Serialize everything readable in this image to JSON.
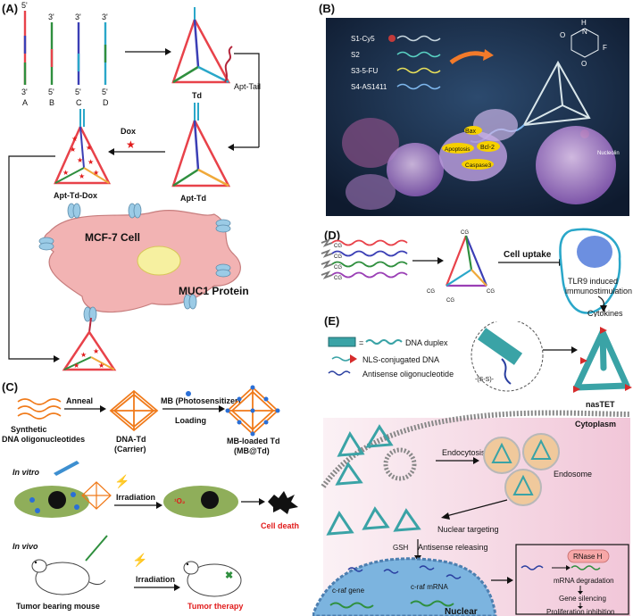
{
  "panels": {
    "a": {
      "label": "(A)",
      "strand_top": [
        "5'",
        "3'",
        "3'",
        "3'"
      ],
      "strand_bottom": [
        "3'",
        "5'",
        "5'",
        "5'"
      ],
      "strand_names": [
        "A",
        "B",
        "C",
        "D"
      ],
      "td": "Td",
      "apt_tail": "Apt-Tail",
      "apt_td": "Apt-Td",
      "dox": "Dox",
      "apt_td_dox": "Apt-Td-Dox",
      "cell": "MCF-7 Cell",
      "protein": "MUC1 Protein"
    },
    "b": {
      "label": "(B)",
      "strands": [
        "S1-Cy5",
        "S2",
        "S3-5-FU",
        "S4-AS1411"
      ],
      "bax": "Bax",
      "apoptosis": "Apoptosis",
      "bcl2": "Bcl-2",
      "caspase": "Caspase3",
      "nucleolin": "Nucleolin",
      "atoms": [
        "H",
        "O",
        "N",
        "F",
        "O"
      ]
    },
    "c": {
      "label": "(C)",
      "oligo": [
        "Synthetic",
        "DNA oligonucleotides"
      ],
      "anneal": "Anneal",
      "dna_td": [
        "DNA-Td",
        "(Carrier)"
      ],
      "mb": "MB (Photosensitizer)",
      "loading": "Loading",
      "mb_td": [
        "MB-loaded Td",
        "(MB@Td)"
      ],
      "in_vitro": "In vitro",
      "irradiation1": "Irradiation",
      "singlet": "¹O₂",
      "cell_death": "Cell death",
      "in_vivo": "In vivo",
      "irradiation2": "Irradiation",
      "mouse": "Tumor bearing mouse",
      "tumor_therapy": "Tumor therapy"
    },
    "d": {
      "label": "(D)",
      "cg": "CG",
      "uptake": "Cell uptake",
      "tlr9": [
        "TLR9 induced",
        "immunostimulation"
      ],
      "cytokines": "Cytokines"
    },
    "e": {
      "label": "(E)",
      "legend_duplex": "DNA duplex",
      "legend_nls": "NLS-conjugated DNA",
      "legend_antisense": "Antisense oligonucleotide",
      "ss": "-(S-S)-",
      "nastet": "nasTET",
      "cytoplasm": "Cytoplasm",
      "endocytosis": "Endocytosis",
      "endosome": "Endosome",
      "nuclear_targeting": "Nuclear targeting",
      "gsh": "GSH",
      "antisense_releasing": "Antisense releasing",
      "rnase": "RNase H",
      "mrna_deg": "mRNA degradation",
      "gene_silencing": "Gene silencing",
      "prolif": "Proliferation inhibition",
      "craf_gene": "c-raf gene",
      "craf_mrna": "c-raf mRNA",
      "nuclear": "Nuclear"
    }
  },
  "colors": {
    "strand_a": "#e8424a",
    "strand_b": "#2f8f3e",
    "strand_c": "#3b3fb5",
    "strand_d": "#2aa7c9",
    "cell": "#f2b3b3",
    "nucleus": "#f6f0a0",
    "red_text": "#e11b1b",
    "bg_b": "#1d2c4a",
    "bg_e": "#f7d6e3"
  }
}
